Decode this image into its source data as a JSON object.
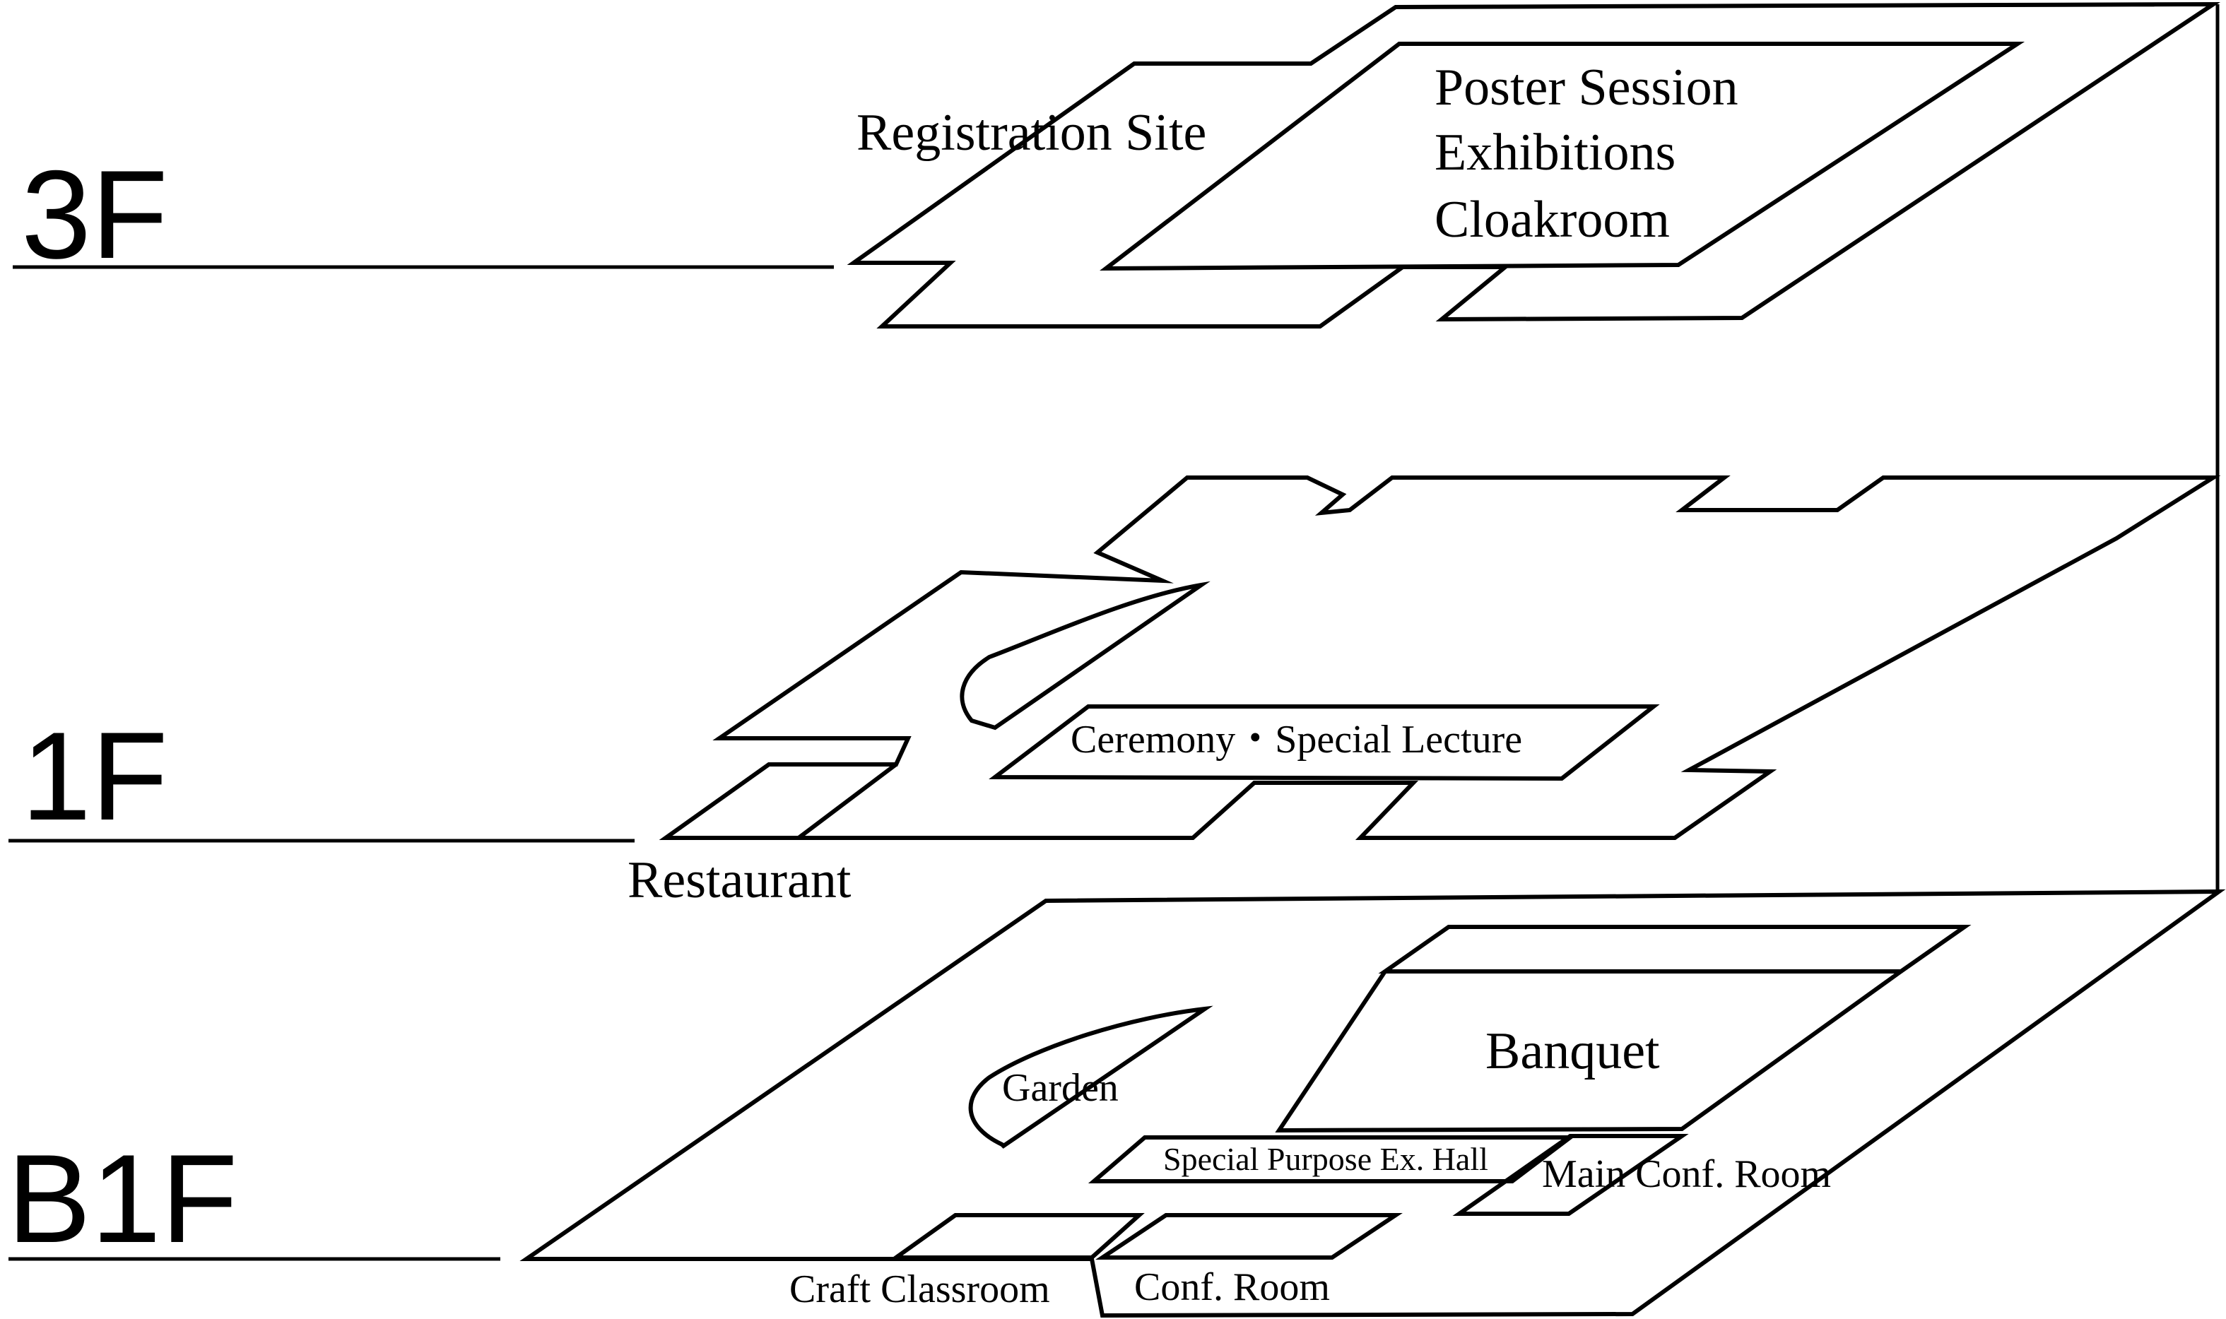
{
  "floors": {
    "f3": {
      "label": "3F",
      "rooms": {
        "registration": "Registration Site",
        "poster": "Poster Session",
        "exhibitions": "Exhibitions",
        "cloakroom": "Cloakroom"
      }
    },
    "f1": {
      "label": "1F",
      "rooms": {
        "ceremony": "Ceremony・Special Lecture",
        "restaurant": "Restaurant"
      }
    },
    "b1": {
      "label": "B1F",
      "rooms": {
        "banquet": "Banquet",
        "garden": "Garden",
        "special_purpose": "Special Purpose Ex. Hall",
        "main_conf": "Main Conf. Room",
        "craft": "Craft Classroom",
        "conf": "Conf. Room"
      }
    }
  }
}
